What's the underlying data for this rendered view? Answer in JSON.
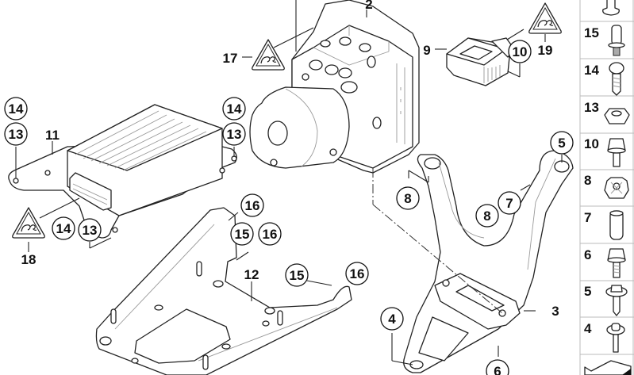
{
  "diagram": {
    "title": "ABS/DSC hydraulic unit with control units and brackets - exploded parts diagram",
    "callouts": [
      {
        "id": "c14a",
        "label": "14",
        "circled": true
      },
      {
        "id": "c13a",
        "label": "13",
        "circled": true
      },
      {
        "id": "c11",
        "label": "11",
        "circled": false
      },
      {
        "id": "c14b",
        "label": "14",
        "circled": true
      },
      {
        "id": "c13b",
        "label": "13",
        "circled": true
      },
      {
        "id": "c17",
        "label": "17",
        "circled": false
      },
      {
        "id": "c2",
        "label": "2",
        "circled": false
      },
      {
        "id": "c9",
        "label": "9",
        "circled": false
      },
      {
        "id": "c10",
        "label": "10",
        "circled": true
      },
      {
        "id": "c19",
        "label": "19",
        "circled": false
      },
      {
        "id": "c5",
        "label": "5",
        "circled": true
      },
      {
        "id": "c8a",
        "label": "8",
        "circled": true
      },
      {
        "id": "c7",
        "label": "7",
        "circled": true
      },
      {
        "id": "c8b",
        "label": "8",
        "circled": true
      },
      {
        "id": "c16a",
        "label": "16",
        "circled": true
      },
      {
        "id": "c15a",
        "label": "15",
        "circled": true
      },
      {
        "id": "c16b",
        "label": "16",
        "circled": true
      },
      {
        "id": "c14c",
        "label": "14",
        "circled": true
      },
      {
        "id": "c13c",
        "label": "13",
        "circled": true
      },
      {
        "id": "c18",
        "label": "18",
        "circled": false
      },
      {
        "id": "c12",
        "label": "12",
        "circled": false
      },
      {
        "id": "c15b",
        "label": "15",
        "circled": true
      },
      {
        "id": "c16c",
        "label": "16",
        "circled": true
      },
      {
        "id": "c3",
        "label": "3",
        "circled": false
      },
      {
        "id": "c4",
        "label": "4",
        "circled": true
      },
      {
        "id": "c6",
        "label": "6",
        "circled": true
      }
    ],
    "warning_labels": [
      {
        "id": "w17",
        "ref": "17",
        "icon": "warning-triangle-icon"
      },
      {
        "id": "w18",
        "ref": "18",
        "icon": "warning-triangle-icon"
      },
      {
        "id": "w19",
        "ref": "19",
        "icon": "warning-triangle-icon"
      }
    ],
    "parts": [
      {
        "ref": "2",
        "name": "hydraulic-unit"
      },
      {
        "ref": "3",
        "name": "bracket"
      },
      {
        "ref": "9",
        "name": "yaw-rate-sensor"
      },
      {
        "ref": "11",
        "name": "control-unit"
      },
      {
        "ref": "12",
        "name": "mounting-plate"
      }
    ]
  },
  "sidebar": {
    "items": [
      {
        "label": "",
        "icon": "bolt-top-icon"
      },
      {
        "label": "15",
        "icon": "collar-screw-icon"
      },
      {
        "label": "14",
        "icon": "self-tapping-screw-icon"
      },
      {
        "label": "13",
        "icon": "hex-nut-icon"
      },
      {
        "label": "10",
        "icon": "hex-bolt-icon"
      },
      {
        "label": "8",
        "icon": "rubber-mount-icon"
      },
      {
        "label": "7",
        "icon": "sleeve-icon"
      },
      {
        "label": "6",
        "icon": "hex-bolt-icon"
      },
      {
        "label": "5",
        "icon": "washer-screw-icon"
      },
      {
        "label": "4",
        "icon": "washer-bolt-icon"
      },
      {
        "label": "",
        "icon": "next-page-arrow-icon"
      }
    ]
  }
}
